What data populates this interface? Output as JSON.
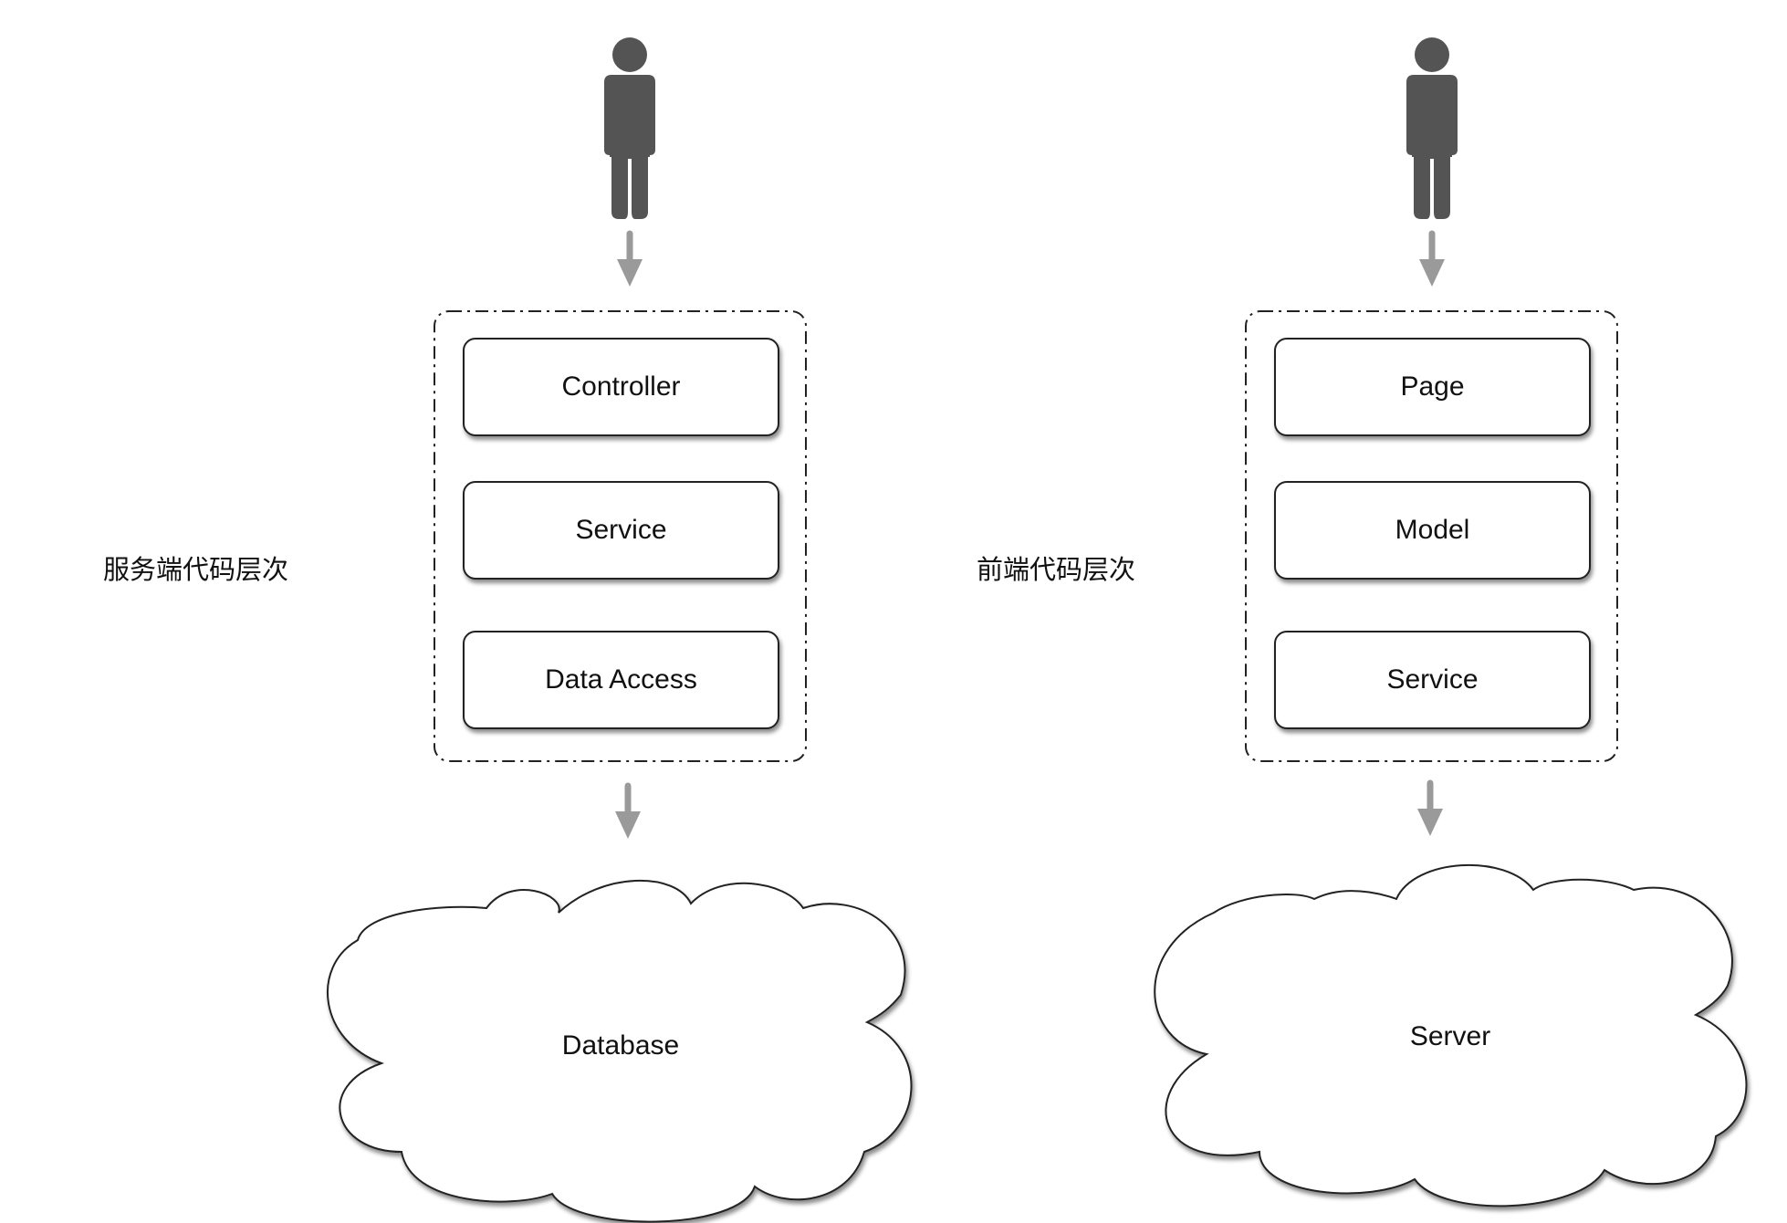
{
  "server_side": {
    "label": "服务端代码层次",
    "layers": [
      "Controller",
      "Service",
      "Data Access"
    ],
    "target": "Database"
  },
  "front_end": {
    "label": "前端代码层次",
    "layers": [
      "Page",
      "Model",
      "Service"
    ],
    "target": "Server"
  },
  "icons": {
    "user": "person-icon",
    "flow": "arrow-down-icon",
    "backend": "cloud-shape"
  },
  "colors": {
    "person": "#545454",
    "arrow": "#9a9a9a",
    "border": "#222222"
  }
}
